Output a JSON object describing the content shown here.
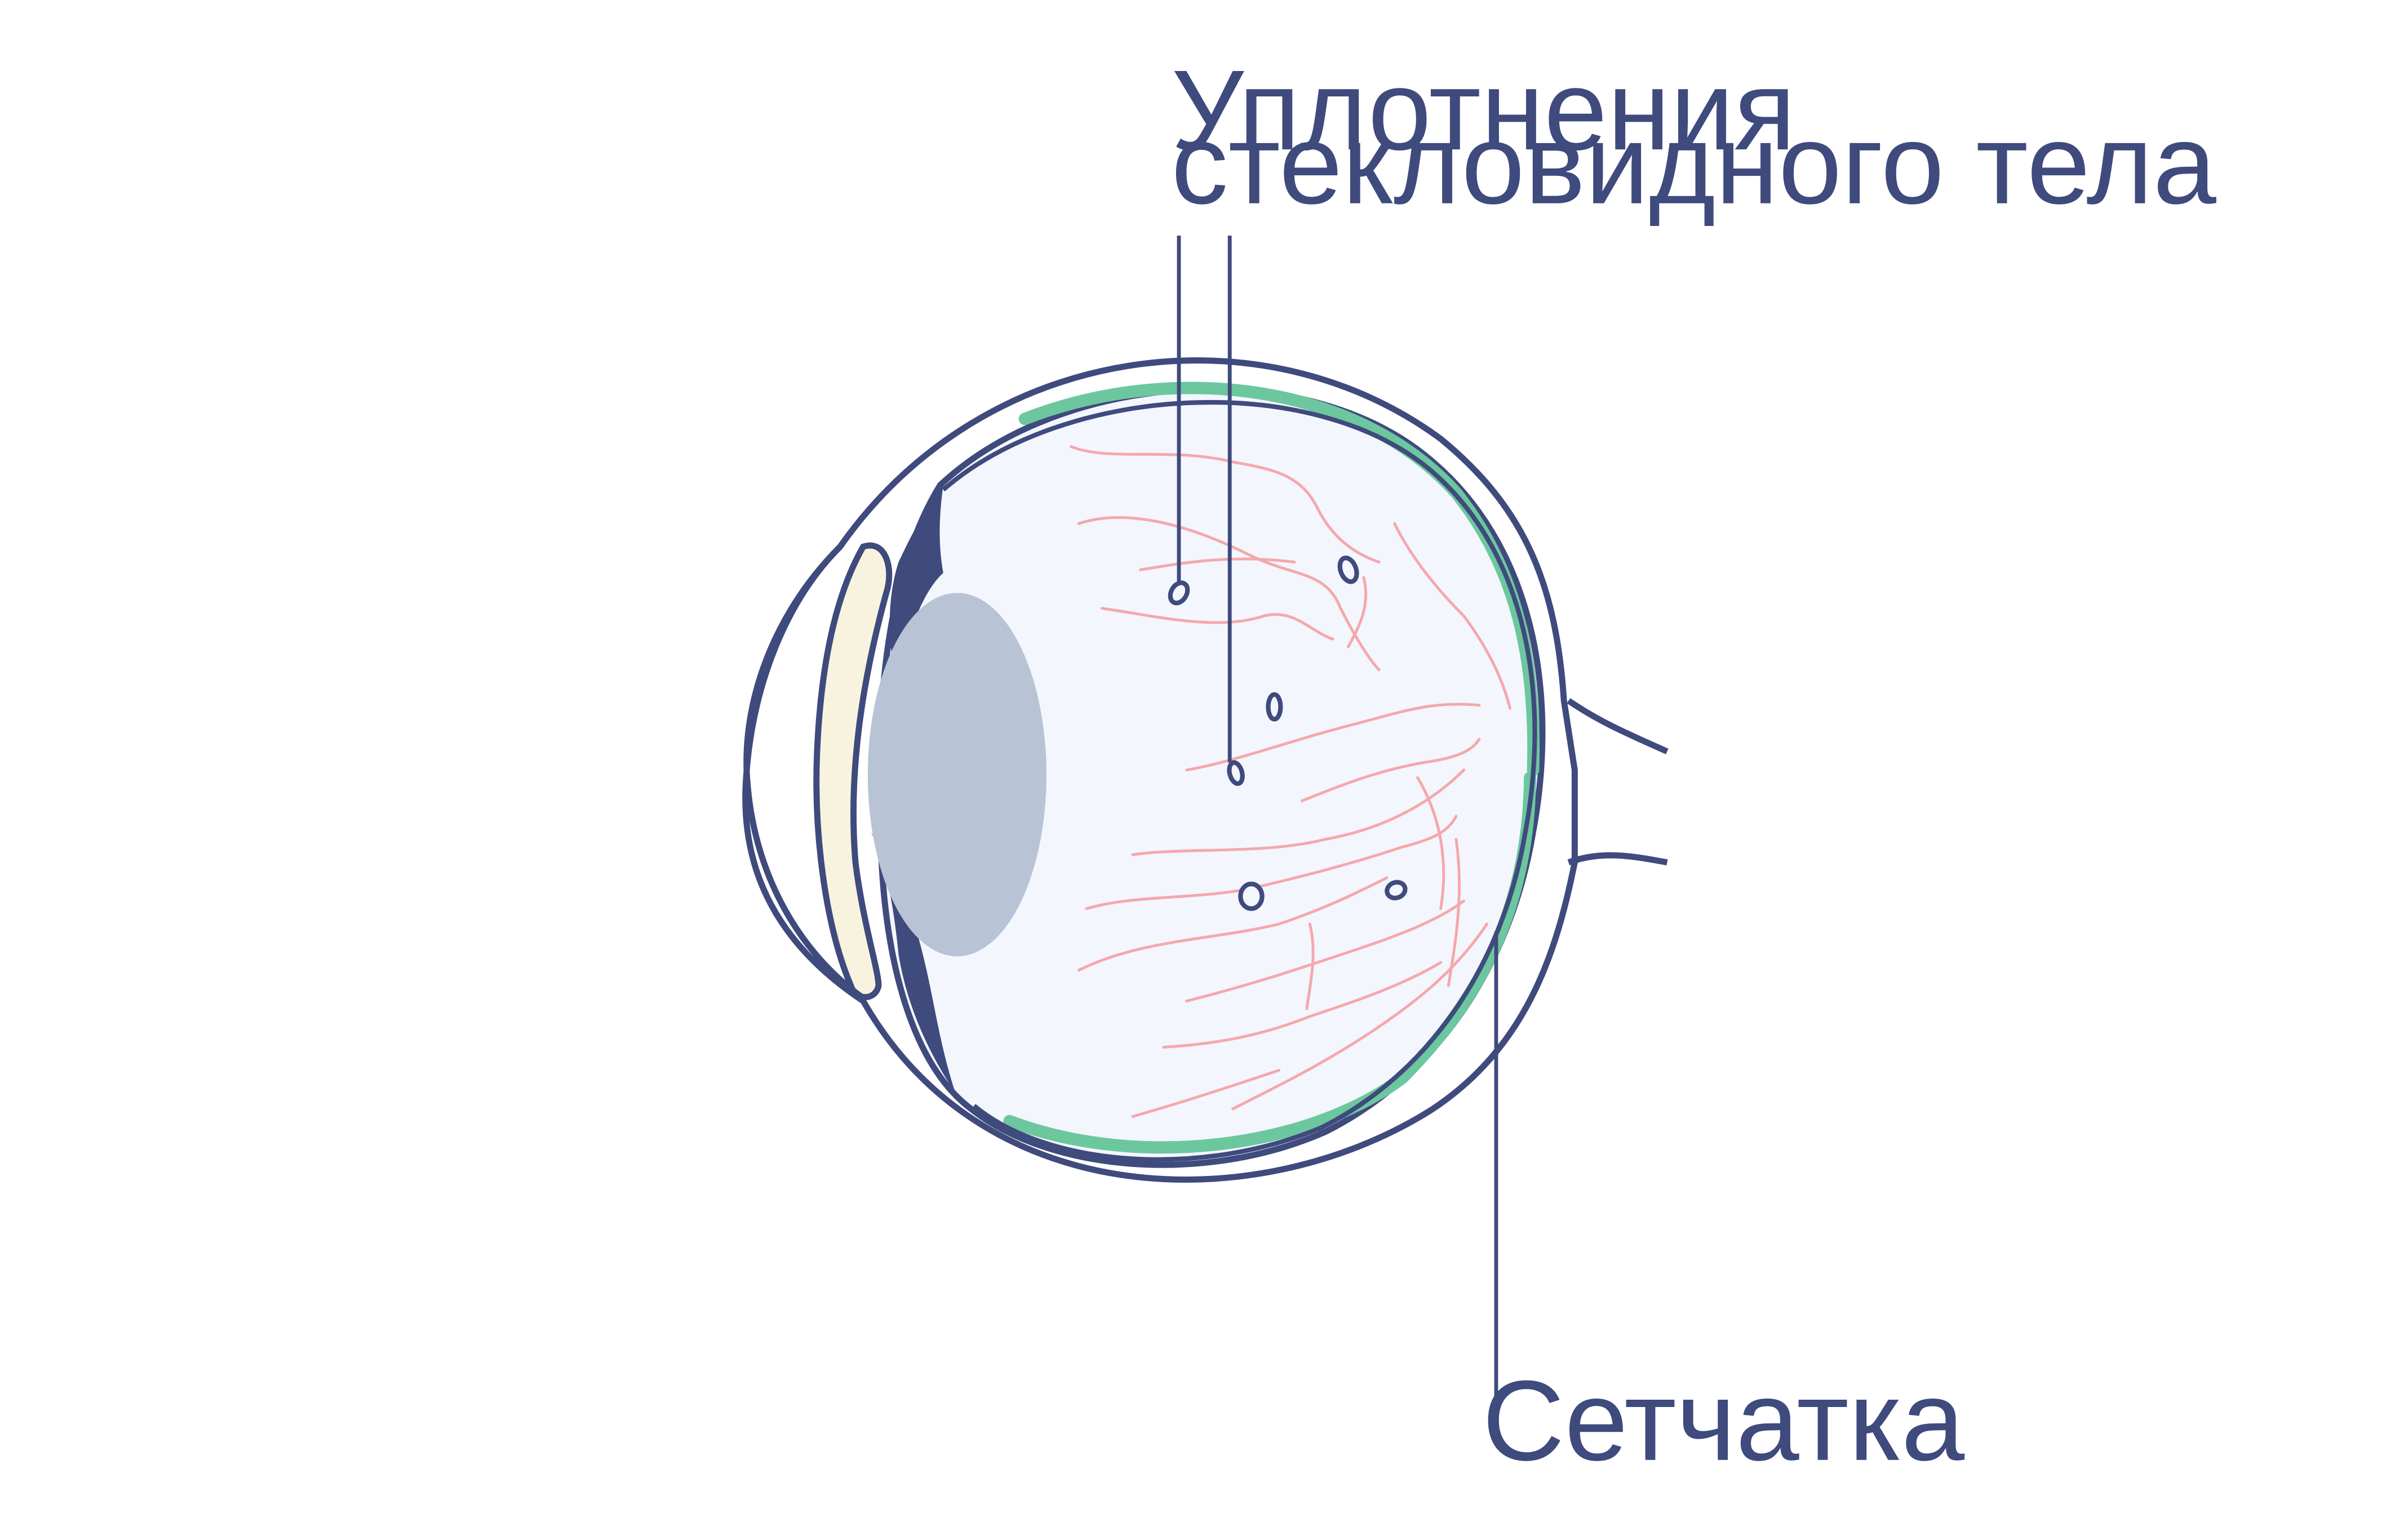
{
  "labels": {
    "vitreous_line1": "Уплотнения",
    "vitreous_line2": "стекловидного тела",
    "retina": "Сетчатка"
  },
  "colors": {
    "outline": "#3f4a7d",
    "vitreous": "#f3f6fc",
    "retina": "#6cc79e",
    "lens": "#b8c3d6",
    "cornea_fill": "#f8f3de",
    "iris": "#3f4a7d",
    "vessels": "#f4a8ac",
    "background": "#ffffff"
  },
  "icons": {
    "floater": "floater-icon"
  }
}
